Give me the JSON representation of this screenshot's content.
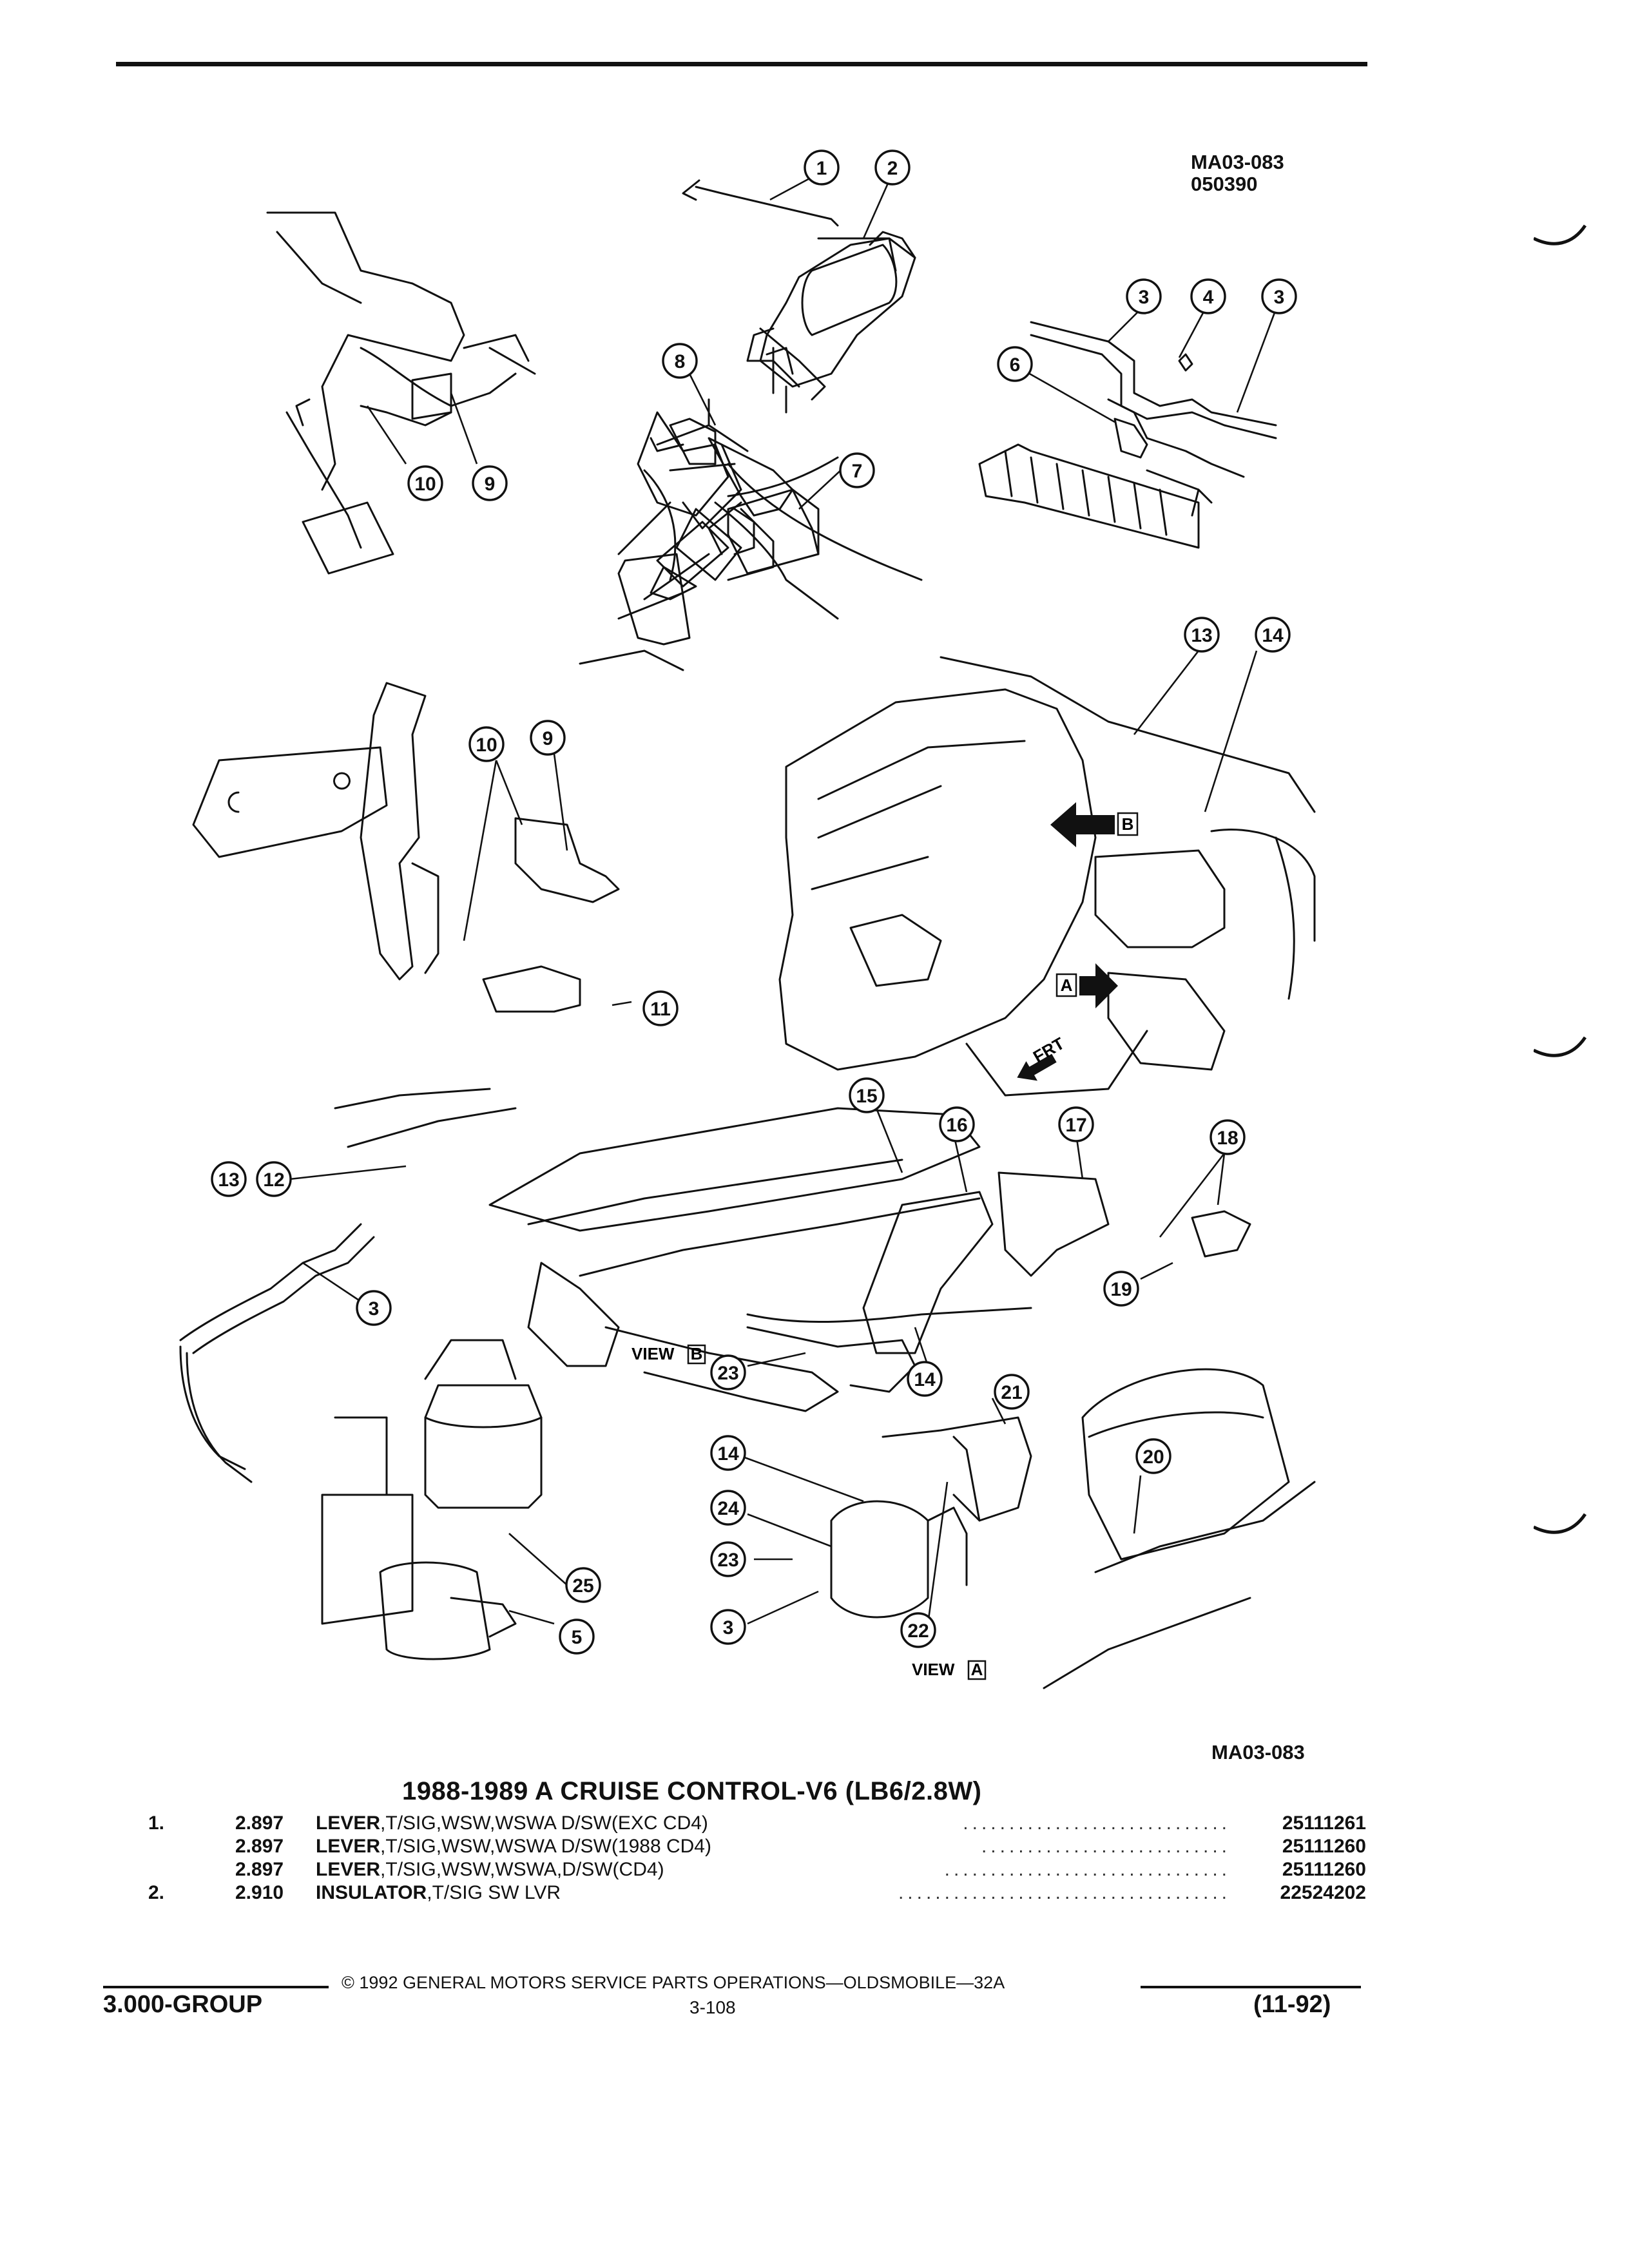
{
  "header": {
    "ref_code": "MA03-083",
    "ref_date": "050390"
  },
  "figure": {
    "bottom_ref": "MA03-083",
    "callouts": [
      "1",
      "2",
      "3",
      "4",
      "3",
      "6",
      "8",
      "7",
      "10",
      "9",
      "13",
      "14",
      "10",
      "9",
      "11",
      "15",
      "16",
      "17",
      "18",
      "13",
      "12",
      "3",
      "19",
      "14",
      "23",
      "21",
      "20",
      "14",
      "24",
      "23",
      "25",
      "3",
      "22",
      "5"
    ],
    "labels": {
      "view_a": "VIEW",
      "view_a_box": "A",
      "view_b": "VIEW",
      "view_b_box": "B",
      "frt": "FRT",
      "arrow_a": "A",
      "arrow_b": "B"
    }
  },
  "title": "1988-1989 A CRUISE CONTROL-V6 (LB6/2.8W)",
  "parts": [
    {
      "item": "1.",
      "group": "2.897",
      "name": "LEVER",
      "desc": ",T/SIG,WSW,WSWA D/SW(EXC CD4)",
      "part_no": "25111261"
    },
    {
      "item": "",
      "group": "2.897",
      "name": "LEVER",
      "desc": ",T/SIG,WSW,WSWA D/SW(1988 CD4)",
      "part_no": "25111260"
    },
    {
      "item": "",
      "group": "2.897",
      "name": "LEVER",
      "desc": ",T/SIG,WSW,WSWA,D/SW(CD4)",
      "part_no": "25111260"
    },
    {
      "item": "2.",
      "group": "2.910",
      "name": "INSULATOR",
      "desc": ",T/SIG SW LVR",
      "part_no": "22524202"
    }
  ],
  "footer": {
    "copyright": "© 1992 GENERAL MOTORS SERVICE PARTS OPERATIONS—OLDSMOBILE—32A",
    "group": "3.000-GROUP",
    "page": "3-108",
    "date": "(11-92)"
  }
}
